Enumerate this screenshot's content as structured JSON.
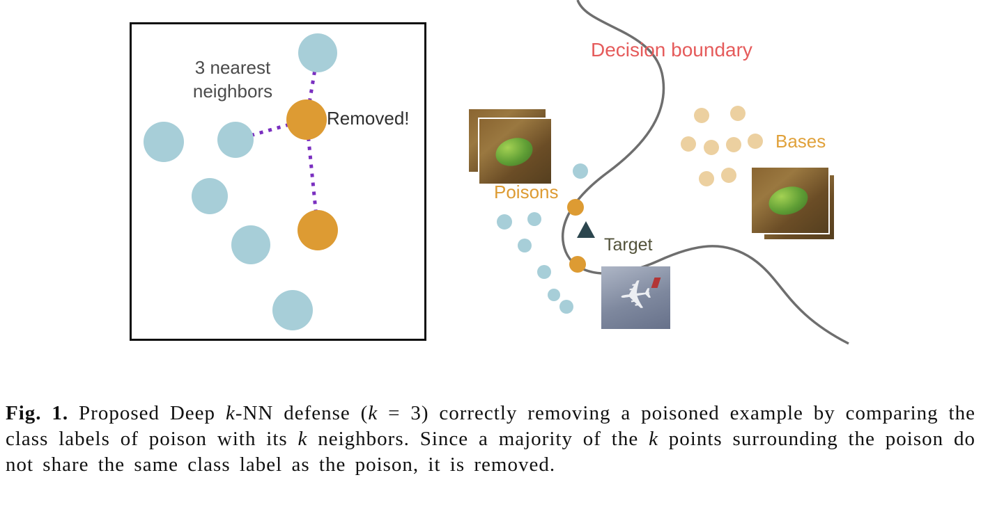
{
  "colors": {
    "clean_point": "#a7ced8",
    "poison_point": "#dd9b33",
    "base_point": "#ecd0a0",
    "knn_edge": "#7a2fc0",
    "boundary_line": "#6e6e6e",
    "boundary_label": "#e55b5b",
    "poisons_label": "#dd9b33",
    "bases_label": "#e0a13a",
    "target_label": "#52523a",
    "target_marker": "#2c464e",
    "box_border": "#0d0d0d"
  },
  "knn_panel": {
    "neighbors_label": "3 nearest\nneighbors",
    "removed_label": "Removed!"
  },
  "boundary_panel": {
    "decision_boundary_label": "Decision boundary",
    "poisons_label": "Poisons",
    "target_label": "Target",
    "bases_label": "Bases",
    "plane_glyph": "✈"
  },
  "caption": {
    "parts": [
      {
        "text": "Fig. 1.",
        "style": "bold"
      },
      {
        "text": " Proposed Deep ",
        "style": "normal"
      },
      {
        "text": "k",
        "style": "italic"
      },
      {
        "text": "-NN defense (",
        "style": "normal"
      },
      {
        "text": "k",
        "style": "italic"
      },
      {
        "text": " = 3) correctly removing a poisoned example by comparing the class labels of poison with its ",
        "style": "normal"
      },
      {
        "text": "k",
        "style": "italic"
      },
      {
        "text": " neighbors. Since a majority of the ",
        "style": "normal"
      },
      {
        "text": "k",
        "style": "italic"
      },
      {
        "text": " points surrounding the poison do not share the same class label as the poison, it is removed.",
        "style": "normal"
      }
    ]
  }
}
